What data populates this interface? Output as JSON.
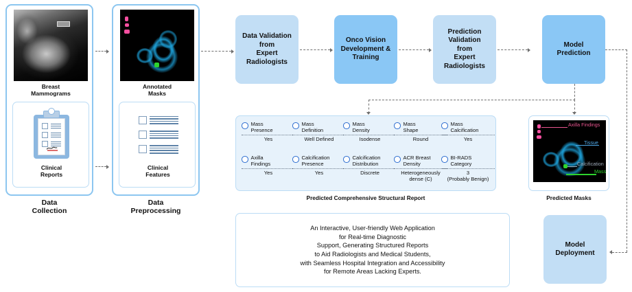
{
  "stages": {
    "data_collection": {
      "caption": "Data\nCollection",
      "caption_l1": "Data",
      "caption_l2": "Collection",
      "items": [
        {
          "label_l1": "Breast",
          "label_l2": "Mammograms",
          "icon": "mammogram-image"
        },
        {
          "label_l1": "Clinical",
          "label_l2": "Reports",
          "icon": "clipboard-icon"
        }
      ]
    },
    "data_preprocessing": {
      "caption_l1": "Data",
      "caption_l2": "Preprocessing",
      "items": [
        {
          "label_l1": "Annotated",
          "label_l2": "Masks",
          "icon": "annotated-mask-image"
        },
        {
          "label_l1": "Clinical",
          "label_l2": "Features",
          "icon": "checklist-icon"
        }
      ]
    }
  },
  "pipeline": [
    {
      "id": "data-validation",
      "label": "Data Validation\nfrom\nExpert\nRadiologists",
      "lines": [
        "Data Validation",
        "from",
        "Expert",
        "Radiologists"
      ],
      "tone": "light"
    },
    {
      "id": "onco-vision",
      "label": "Onco Vision\nDevelopment &\nTraining",
      "lines": [
        "Onco Vision",
        "Development &",
        "Training"
      ],
      "tone": "dark"
    },
    {
      "id": "prediction-validation",
      "label": "Prediction\nValidation\nfrom\nExpert\nRadiologists",
      "lines": [
        "Prediction",
        "Validation",
        "from",
        "Expert",
        "Radiologists"
      ],
      "tone": "light"
    },
    {
      "id": "model-prediction",
      "label": "Model\nPrediction",
      "lines": [
        "Model",
        "Prediction"
      ],
      "tone": "dark"
    }
  ],
  "report": {
    "caption": "Predicted Comprehensive Structural Report",
    "features": [
      {
        "name_l1": "Mass",
        "name_l2": "Presence",
        "value_l1": "Yes",
        "value_l2": ""
      },
      {
        "name_l1": "Mass",
        "name_l2": "Definition",
        "value_l1": "Well Defined",
        "value_l2": ""
      },
      {
        "name_l1": "Mass",
        "name_l2": "Density",
        "value_l1": "Isodense",
        "value_l2": ""
      },
      {
        "name_l1": "Mass",
        "name_l2": "Shape",
        "value_l1": "Round",
        "value_l2": ""
      },
      {
        "name_l1": "Mass",
        "name_l2": "Calcification",
        "value_l1": "Yes",
        "value_l2": ""
      },
      {
        "name_l1": "Axilla",
        "name_l2": "Findings",
        "value_l1": "Yes",
        "value_l2": ""
      },
      {
        "name_l1": "Calcification",
        "name_l2": "Presence",
        "value_l1": "Yes",
        "value_l2": ""
      },
      {
        "name_l1": "Calcification",
        "name_l2": "Distribution",
        "value_l1": "Discrete",
        "value_l2": ""
      },
      {
        "name_l1": "ACR Breast",
        "name_l2": "Density",
        "value_l1": "Heterogeneously",
        "value_l2": "dense (C)"
      },
      {
        "name_l1": "BI-RADS",
        "name_l2": "Category",
        "value_l1": "3",
        "value_l2": "(Probably Benign)"
      }
    ]
  },
  "predicted_masks": {
    "caption": "Predicted Masks",
    "callouts": [
      {
        "label": "Axilla Findings",
        "color": "#E8558F"
      },
      {
        "label": "Tissue",
        "color": "#4FA8E8"
      },
      {
        "label": "Calcification",
        "color": "#9BA7B5"
      },
      {
        "label": "Mass",
        "color": "#2ED32E"
      }
    ]
  },
  "deployment": {
    "description_lines": [
      "An Interactive, User-friendly Web Application",
      "for Real-time Diagnostic",
      "Support, Generating Structured Reports",
      "to Aid Radiologists and Medical Students,",
      "with Seamless Hospital Integration and Accessibility",
      "for Remote Areas Lacking Experts."
    ],
    "box": {
      "lines": [
        "Model",
        "Deployment"
      ],
      "label": "Model Deployment"
    }
  },
  "colors": {
    "accent_light": "#C2DEF5",
    "accent_dark": "#8AC7F5",
    "border_blue": "#8CC6F0",
    "panel_bg": "#E7F2FB",
    "radio_blue": "#2F6FD0",
    "connector_gray": "#6F6F6F"
  }
}
